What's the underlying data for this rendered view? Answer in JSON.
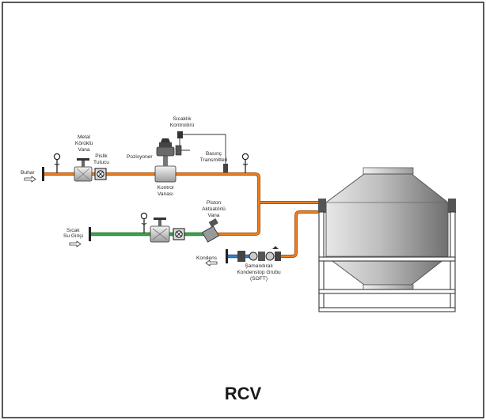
{
  "title": "RCV",
  "labels": {
    "buhar": "Buhar",
    "metal_vana": [
      "Metal",
      "Körüklü",
      "Vana"
    ],
    "pislik": [
      "Pislik",
      "Tutucu"
    ],
    "pozisyoner": "Pozisyoner",
    "sicaklik": [
      "Sıcaklık",
      "Kontrolörü"
    ],
    "kontrol": [
      "Kontrol",
      "Vanası"
    ],
    "basinc": [
      "Basınç",
      "Transmitteri"
    ],
    "piston": [
      "Piston",
      "Aktüatörlü",
      "Vana"
    ],
    "sicak_su": [
      "Sıcak",
      "Su Girişi"
    ],
    "kondens": "Kondens",
    "samandira": [
      "Şamandıralı",
      "Kondenstop Grubu",
      "(SOFT)"
    ]
  },
  "colors": {
    "steam_line": "#f07f1e",
    "water_line": "#3aa24a",
    "condensate_line": "#2f7fc4",
    "frame": "#3a3a3a"
  }
}
